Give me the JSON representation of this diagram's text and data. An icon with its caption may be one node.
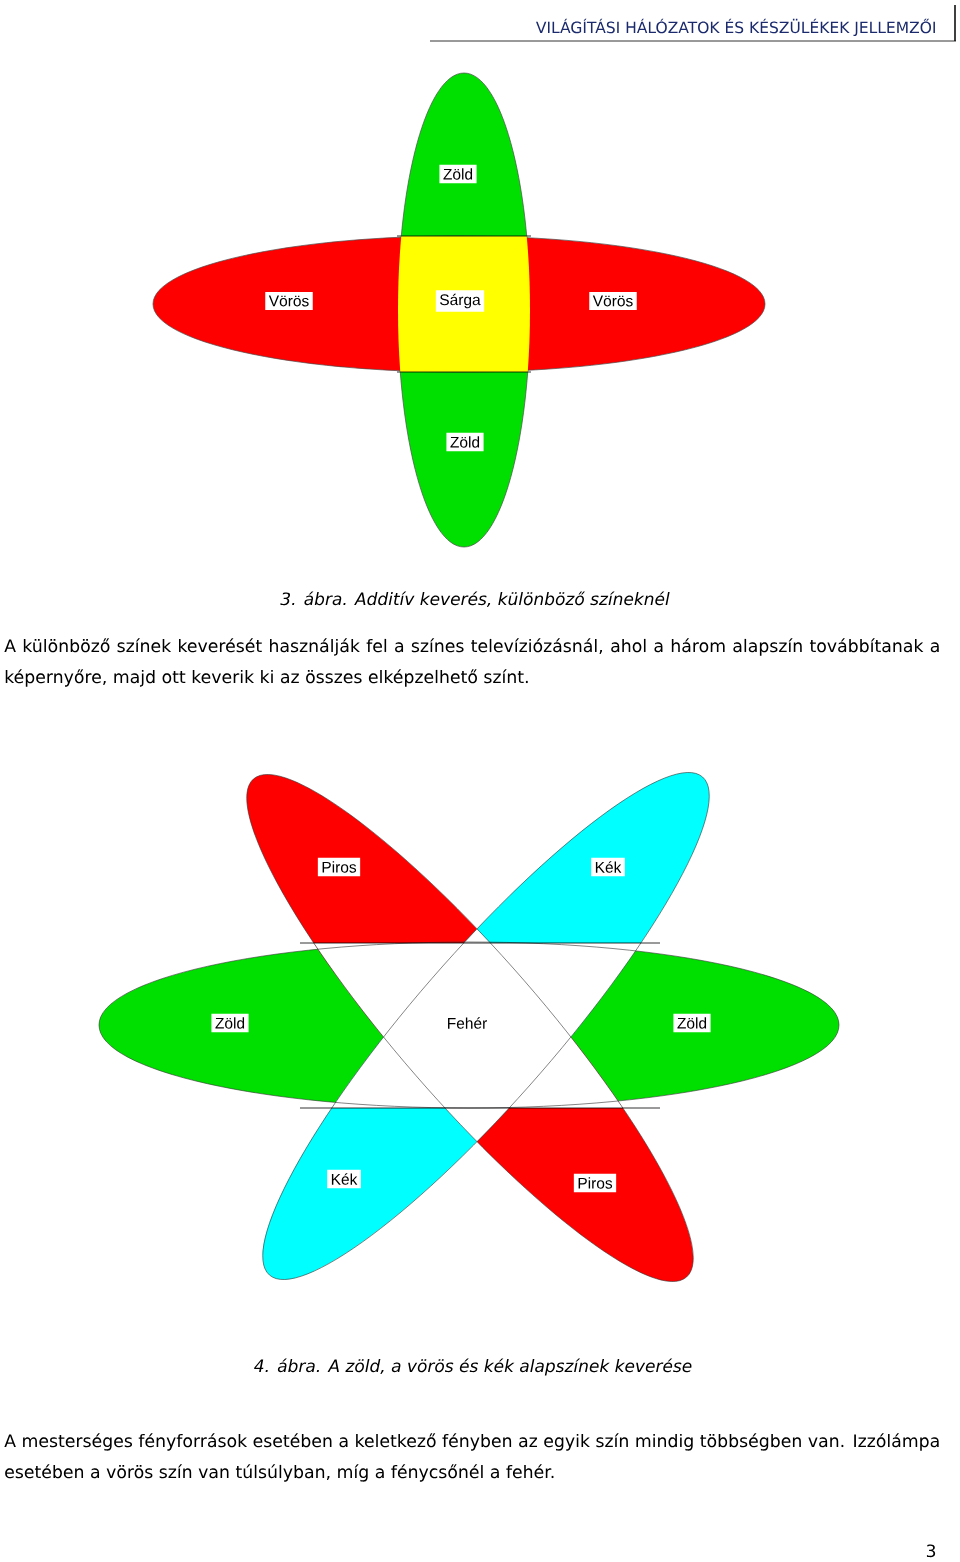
{
  "diagram": {
    "nodes": [
      {
        "text": [
          "Zöld"
        ]
      },
      {
        "text": [
          "Vörös"
        ]
      },
      {
        "text": [
          "Sárga"
        ]
      },
      {
        "text": [
          "Vörös"
        ]
      },
      {
        "text": [
          "Zöld"
        ]
      },
      {
        "text": [
          "Piros"
        ]
      },
      {
        "text": [
          "Kék"
        ]
      },
      {
        "text": [
          "Zöld"
        ]
      },
      {
        "text": [
          "Fehér"
        ]
      },
      {
        "text": [
          "Zöld"
        ]
      },
      {
        "text": [
          "Kék"
        ]
      },
      {
        "text": [
          "Piros"
        ]
      }
    ],
    "labels": [
      "VILÁGÍTÁSI HÁLÓZATOK ÉS KÉSZÜLÉKEK JELLEMZŐI",
      "3. ábra. Additív keverés, különböző színeknél",
      "A különböző színek keverését használják fel a színes televíziózásnál, ahol a három alapszín továbbítanak a képernyőre, majd ott keverik ki az összes elképzelhető színt.",
      "4. ábra. A zöld, a vörös és kék alapszínek keverése",
      "A mesterséges fényforrások esetében a keletkező fényben az egyik szín mindig többségben van. Izzólámpa esetében a vörös szín van túlsúlyban, míg a fénycsőnél a fehér.",
      "3"
    ]
  }
}
